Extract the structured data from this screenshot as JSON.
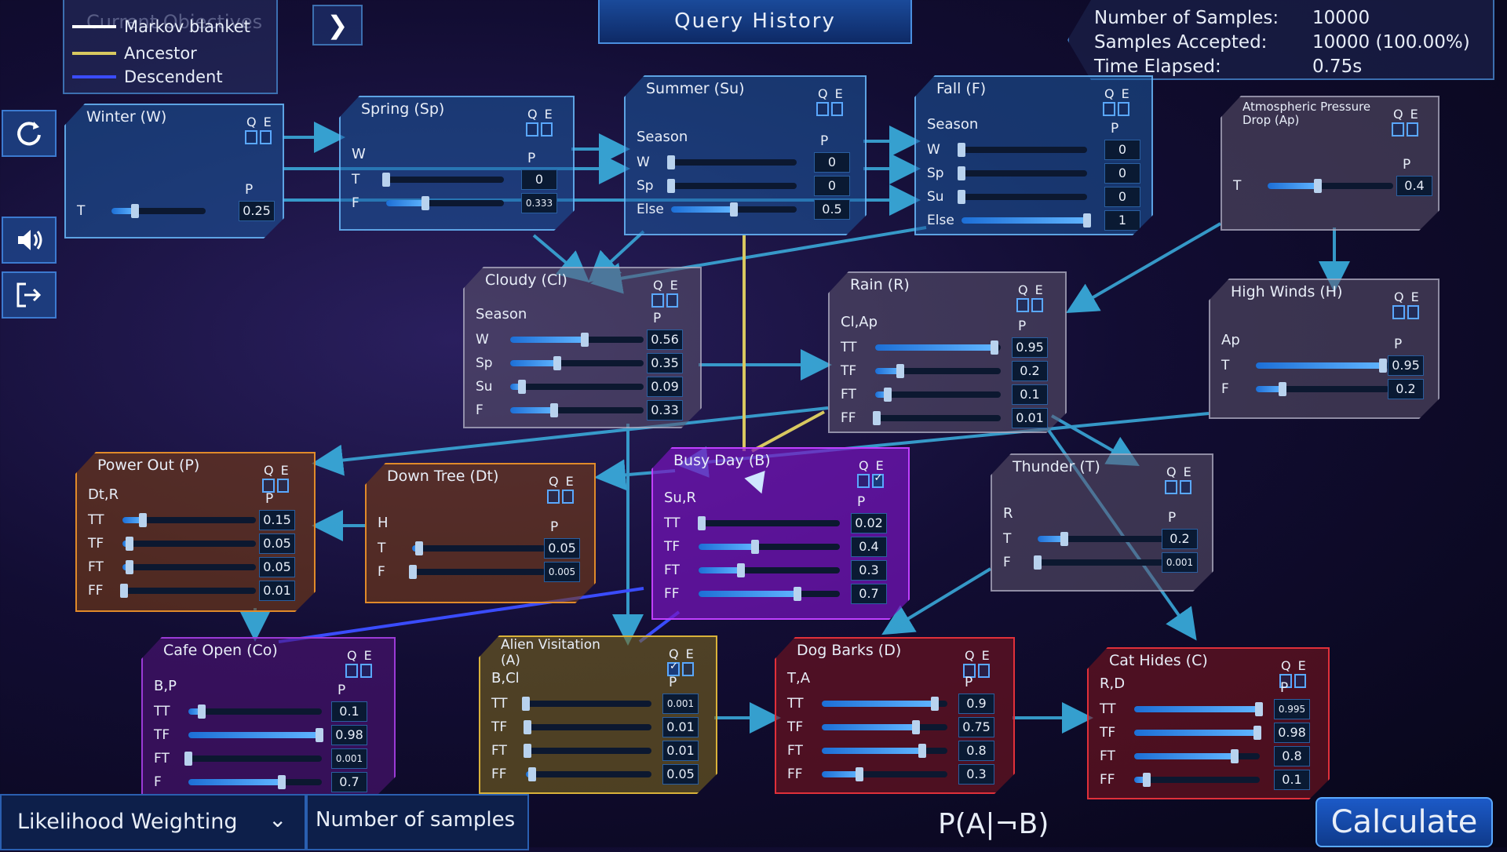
{
  "legend": {
    "header": "Current Objectives",
    "items": [
      "Markov blanket",
      "Ancestor",
      "Descendent"
    ],
    "colors": [
      "#ffffff",
      "#d8c860",
      "#3a4cff"
    ]
  },
  "header": {
    "query_history": "Query History"
  },
  "stats": {
    "labels": [
      "Number of Samples:",
      "Samples Accepted:",
      "Time Elapsed:"
    ],
    "values": [
      "10000",
      "10000 (100.00%)",
      "0.75s"
    ]
  },
  "sidebar": {
    "icons": [
      "refresh-icon",
      "speaker-icon",
      "exit-icon"
    ]
  },
  "bottom": {
    "method": "Likelihood Weighting",
    "samples_label": "Number of samples",
    "query": "P(A|¬B)",
    "calculate": "Calculate"
  },
  "qe_label": "Q E",
  "p_label": "P",
  "nodes": {
    "winter": {
      "title": "Winter (W)",
      "rows": [
        {
          "l": "T",
          "v": "0.25",
          "p": 0.25
        }
      ]
    },
    "spring": {
      "title": "Spring (Sp)",
      "parent": "W",
      "rows": [
        {
          "l": "T",
          "v": "0",
          "p": 0.0
        },
        {
          "l": "F",
          "v": "0.333",
          "p": 0.333
        }
      ]
    },
    "summer": {
      "title": "Summer (Su)",
      "parent": "Season",
      "rows": [
        {
          "l": "W",
          "v": "0",
          "p": 0.0
        },
        {
          "l": "Sp",
          "v": "0",
          "p": 0.0
        },
        {
          "l": "Else",
          "v": "0.5",
          "p": 0.5
        }
      ]
    },
    "fall": {
      "title": "Fall (F)",
      "parent": "Season",
      "rows": [
        {
          "l": "W",
          "v": "0",
          "p": 0.0
        },
        {
          "l": "Sp",
          "v": "0",
          "p": 0.0
        },
        {
          "l": "Su",
          "v": "0",
          "p": 0.0
        },
        {
          "l": "Else",
          "v": "1",
          "p": 1.0
        }
      ]
    },
    "atmo": {
      "title": "Atmospheric Pressure Drop (Ap)",
      "rows": [
        {
          "l": "T",
          "v": "0.4",
          "p": 0.4
        }
      ]
    },
    "cloudy": {
      "title": "Cloudy (Cl)",
      "parent": "Season",
      "rows": [
        {
          "l": "W",
          "v": "0.56",
          "p": 0.56
        },
        {
          "l": "Sp",
          "v": "0.35",
          "p": 0.35
        },
        {
          "l": "Su",
          "v": "0.09",
          "p": 0.09
        },
        {
          "l": "F",
          "v": "0.33",
          "p": 0.33
        }
      ]
    },
    "rain": {
      "title": "Rain (R)",
      "parent": "Cl,Ap",
      "rows": [
        {
          "l": "TT",
          "v": "0.95",
          "p": 0.95
        },
        {
          "l": "TF",
          "v": "0.2",
          "p": 0.2
        },
        {
          "l": "FT",
          "v": "0.1",
          "p": 0.1
        },
        {
          "l": "FF",
          "v": "0.01",
          "p": 0.01
        }
      ]
    },
    "winds": {
      "title": "High Winds (H)",
      "parent": "Ap",
      "rows": [
        {
          "l": "T",
          "v": "0.95",
          "p": 0.95
        },
        {
          "l": "F",
          "v": "0.2",
          "p": 0.2
        }
      ]
    },
    "power": {
      "title": "Power Out (P)",
      "parent": "Dt,R",
      "rows": [
        {
          "l": "TT",
          "v": "0.15",
          "p": 0.15
        },
        {
          "l": "TF",
          "v": "0.05",
          "p": 0.05
        },
        {
          "l": "FT",
          "v": "0.05",
          "p": 0.05
        },
        {
          "l": "FF",
          "v": "0.01",
          "p": 0.01
        }
      ]
    },
    "tree": {
      "title": "Down Tree (Dt)",
      "parent": "H",
      "rows": [
        {
          "l": "T",
          "v": "0.05",
          "p": 0.05
        },
        {
          "l": "F",
          "v": "0.005",
          "p": 0.005
        }
      ]
    },
    "busy": {
      "title": "Busy Day (B)",
      "parent": "Su,R",
      "rows": [
        {
          "l": "TT",
          "v": "0.02",
          "p": 0.02
        },
        {
          "l": "TF",
          "v": "0.4",
          "p": 0.4
        },
        {
          "l": "FT",
          "v": "0.3",
          "p": 0.3
        },
        {
          "l": "FF",
          "v": "0.7",
          "p": 0.7
        }
      ]
    },
    "thunder": {
      "title": "Thunder (T)",
      "parent": "R",
      "rows": [
        {
          "l": "T",
          "v": "0.2",
          "p": 0.2
        },
        {
          "l": "F",
          "v": "0.001",
          "p": 0.001
        }
      ]
    },
    "cafe": {
      "title": "Cafe Open (Co)",
      "parent": "B,P",
      "rows": [
        {
          "l": "TT",
          "v": "0.1",
          "p": 0.1
        },
        {
          "l": "TF",
          "v": "0.98",
          "p": 0.98
        },
        {
          "l": "FT",
          "v": "0.001",
          "p": 0.001
        },
        {
          "l": "F",
          "v": "0.7",
          "p": 0.7
        }
      ]
    },
    "alien": {
      "title": "Alien Visitation (A)",
      "parent": "B,Cl",
      "rows": [
        {
          "l": "TT",
          "v": "0.001",
          "p": 0.001
        },
        {
          "l": "TF",
          "v": "0.01",
          "p": 0.01
        },
        {
          "l": "FT",
          "v": "0.01",
          "p": 0.01
        },
        {
          "l": "FF",
          "v": "0.05",
          "p": 0.05
        }
      ]
    },
    "dog": {
      "title": "Dog Barks (D)",
      "parent": "T,A",
      "rows": [
        {
          "l": "TT",
          "v": "0.9",
          "p": 0.9
        },
        {
          "l": "TF",
          "v": "0.75",
          "p": 0.75
        },
        {
          "l": "FT",
          "v": "0.8",
          "p": 0.8
        },
        {
          "l": "FF",
          "v": "0.3",
          "p": 0.3
        }
      ]
    },
    "cat": {
      "title": "Cat Hides (C)",
      "parent": "R,D",
      "rows": [
        {
          "l": "TT",
          "v": "0.995",
          "p": 0.995
        },
        {
          "l": "TF",
          "v": "0.98",
          "p": 0.98
        },
        {
          "l": "FT",
          "v": "0.8",
          "p": 0.8
        },
        {
          "l": "FF",
          "v": "0.1",
          "p": 0.1
        }
      ]
    }
  }
}
